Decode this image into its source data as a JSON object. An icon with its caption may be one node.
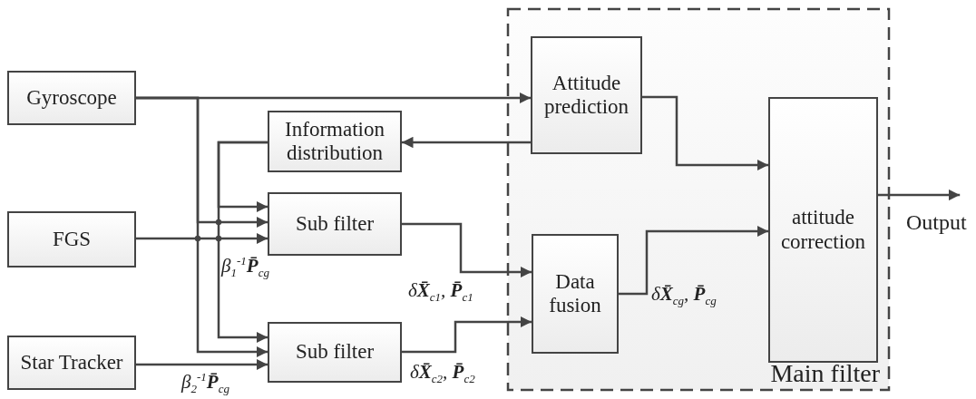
{
  "diagram": {
    "nodes": [
      {
        "text": [
          "Gyroscope"
        ]
      },
      {
        "text": [
          "FGS"
        ]
      },
      {
        "text": [
          "Star Tracker"
        ]
      },
      {
        "text": [
          "Information distribution"
        ]
      },
      {
        "text": [
          "Sub filter"
        ]
      },
      {
        "text": [
          "Sub filter"
        ]
      },
      {
        "text": [
          "Main filter"
        ]
      },
      {
        "text": [
          "Attitude prediction"
        ],
        "in": 6
      },
      {
        "text": [
          "Data fusion"
        ],
        "in": 6
      },
      {
        "text": [
          "attitude correction"
        ],
        "in": 6
      },
      {
        "text": [
          "Output"
        ]
      }
    ],
    "edges": [
      {
        "from": 0,
        "to": 7,
        "arrow": "to"
      },
      {
        "from": 0,
        "to": 4,
        "arrow": "to"
      },
      {
        "from": 0,
        "to": 5,
        "arrow": "to"
      },
      {
        "from": 1,
        "to": 4,
        "arrow": "to"
      },
      {
        "from": 2,
        "to": 5,
        "arrow": "to"
      },
      {
        "from": 7,
        "to": 3,
        "arrow": "to"
      },
      {
        "from": 3,
        "to": 4,
        "arrow": "to"
      },
      {
        "from": 3,
        "to": 5,
        "arrow": "to"
      },
      {
        "from": 4,
        "to": 8,
        "arrow": "to"
      },
      {
        "from": 5,
        "to": 8,
        "arrow": "to"
      },
      {
        "from": 8,
        "to": 9,
        "arrow": "to"
      },
      {
        "from": 7,
        "to": 9,
        "arrow": "to"
      },
      {
        "from": 9,
        "to": 10,
        "arrow": "to"
      }
    ],
    "labels": [
      "β$_{1}$$^{-1}$**P̄**$_{cg}$",
      "δ**X̄**$_{c1}$, **P̄**$_{c1}$",
      "δ**X̄**$_{c2}$, **P̄**$_{c2}$",
      "β$_{2}$$^{-1}$**P̄**$_{cg}$",
      "δ**X̄**$_{cg}$, **P̄**$_{cg}$"
    ]
  }
}
